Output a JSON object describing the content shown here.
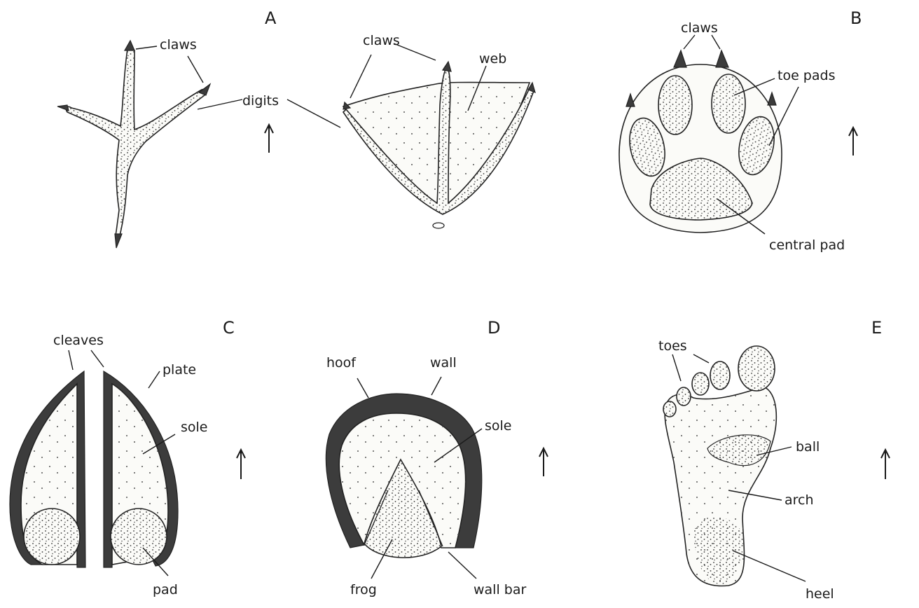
{
  "panels": {
    "A": {
      "letter": "A",
      "labels": {
        "claws_left": "claws",
        "claws_right": "claws",
        "digits": "digits",
        "web": "web"
      }
    },
    "B": {
      "letter": "B",
      "labels": {
        "claws": "claws",
        "toe_pads": "toe pads",
        "central_pad": "central pad"
      }
    },
    "C": {
      "letter": "C",
      "labels": {
        "cleaves": "cleaves",
        "plate": "plate",
        "sole": "sole",
        "pad": "pad"
      }
    },
    "D": {
      "letter": "D",
      "labels": {
        "hoof": "hoof",
        "wall": "wall",
        "sole": "sole",
        "frog": "frog",
        "wall_bar": "wall bar"
      }
    },
    "E": {
      "letter": "E",
      "labels": {
        "toes": "toes",
        "ball": "ball",
        "arch": "arch",
        "heel": "heel"
      }
    }
  },
  "colors": {
    "ink": "#1a1a1a",
    "dark_fill": "#3c3c3c",
    "paper": "#ffffff",
    "stipple": "#555555"
  }
}
